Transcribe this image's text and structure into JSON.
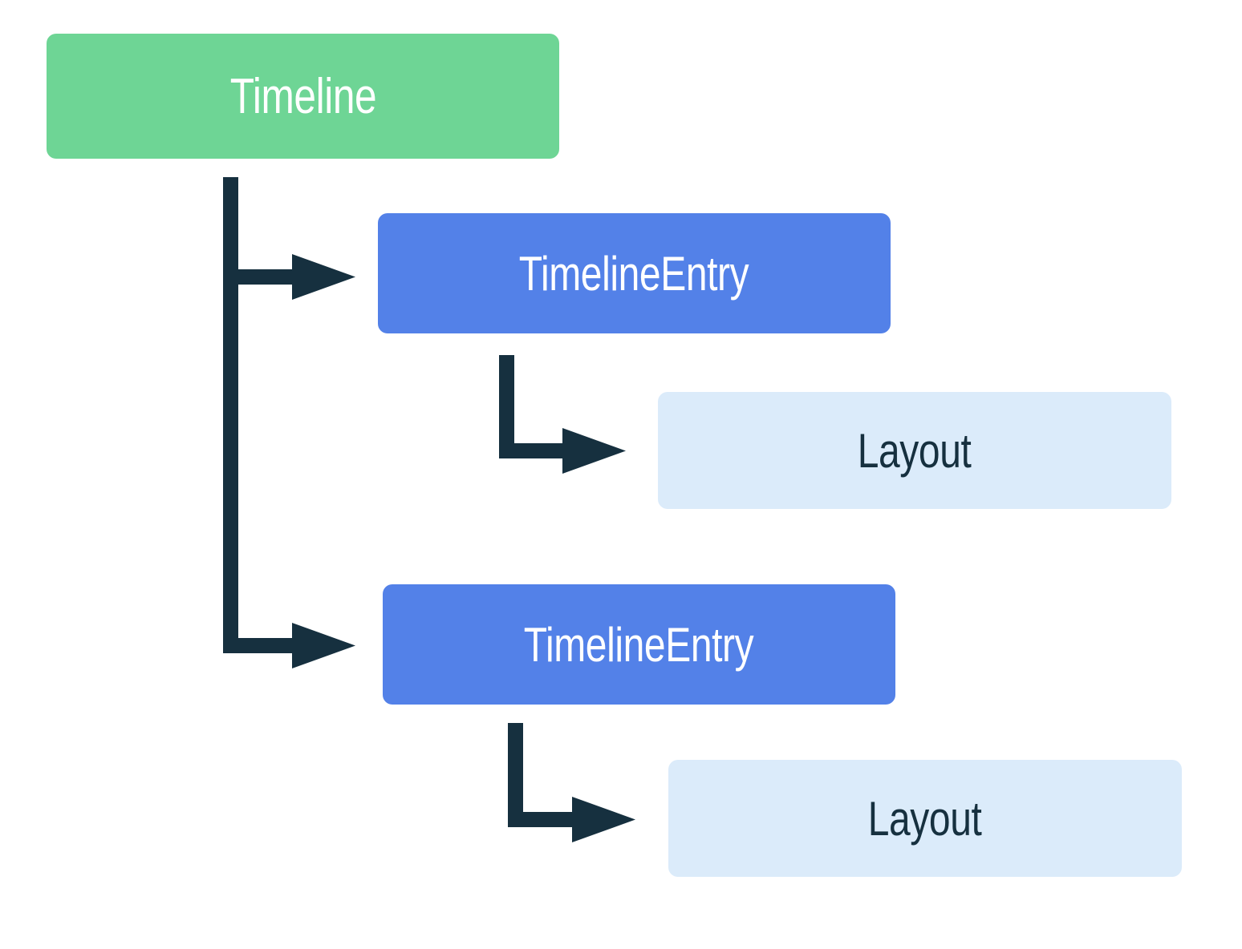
{
  "diagram": {
    "type": "hierarchy-tree",
    "title": "Timeline",
    "background_color": "#FFFFFF",
    "edge_color": "#16303F",
    "nodes": [
      {
        "id": "timeline",
        "label": "Timeline",
        "level": 0,
        "fill": "#6ED595",
        "text_color": "#FFFFFF"
      },
      {
        "id": "timeline-entry-1",
        "label": "TimelineEntry",
        "level": 1,
        "fill": "#5381E8",
        "text_color": "#FFFFFF"
      },
      {
        "id": "layout-1",
        "label": "Layout",
        "level": 2,
        "fill": "#DBEBFA",
        "text_color": "#16303F"
      },
      {
        "id": "timeline-entry-2",
        "label": "TimelineEntry",
        "level": 1,
        "fill": "#5381E8",
        "text_color": "#FFFFFF"
      },
      {
        "id": "layout-2",
        "label": "Layout",
        "level": 2,
        "fill": "#DBEBFA",
        "text_color": "#16303F"
      }
    ],
    "edges": [
      {
        "from": "timeline",
        "to": "timeline-entry-1",
        "style": "elbow-arrow"
      },
      {
        "from": "timeline",
        "to": "timeline-entry-2",
        "style": "elbow-arrow"
      },
      {
        "from": "timeline-entry-1",
        "to": "layout-1",
        "style": "elbow-arrow"
      },
      {
        "from": "timeline-entry-2",
        "to": "layout-2",
        "style": "elbow-arrow"
      }
    ]
  }
}
